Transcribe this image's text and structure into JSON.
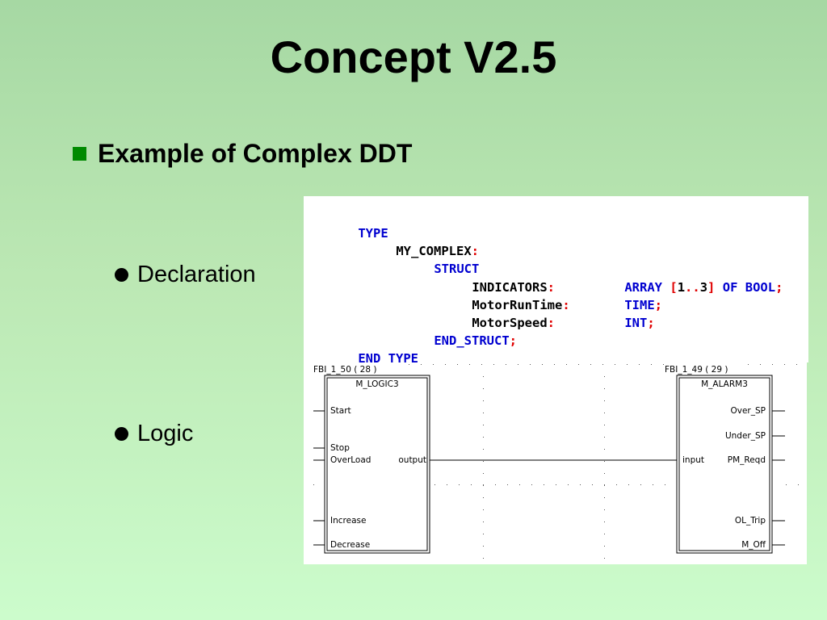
{
  "slide": {
    "title": "Concept V2.5",
    "heading": "Example of Complex DDT",
    "sub_bullets": [
      "Declaration",
      "Logic"
    ]
  },
  "code": {
    "type_kw": "TYPE",
    "name": "MY_COMPLEX",
    "colon": ":",
    "struct_kw": "STRUCT",
    "fields": [
      {
        "name": "INDICATORS",
        "type_prefix": "ARRAY",
        "range_open": "[",
        "range_lo": "1",
        "range_dots": "..",
        "range_hi": "3",
        "range_close": "]",
        "type_of": "OF",
        "type": "BOOL",
        "semi": ";"
      },
      {
        "name": "MotorRunTime",
        "type": "TIME",
        "semi": ";"
      },
      {
        "name": "MotorSpeed",
        "type": "INT",
        "semi": ";"
      }
    ],
    "end_struct_kw": "END_STRUCT",
    "end_struct_semi": ";",
    "end_type_kw": "END_TYPE"
  },
  "fbd": {
    "block1": {
      "instance": "FBI_1_50 ( 28 )",
      "name": "M_LOGIC3",
      "inputs": [
        "Start",
        "Stop",
        "OverLoad",
        "Increase",
        "Decrease"
      ],
      "outputs": [
        "output"
      ]
    },
    "block2": {
      "instance": "FBI_1_49 ( 29 )",
      "name": "M_ALARM3",
      "inputs": [
        "input"
      ],
      "outputs": [
        "Over_SP",
        "Under_SP",
        "PM_Reqd",
        "OL_Trip",
        "M_Off"
      ]
    }
  },
  "colors": {
    "bullet_green": "#008a00",
    "keyword_blue": "#0000d0",
    "punct_red": "#e00000"
  }
}
